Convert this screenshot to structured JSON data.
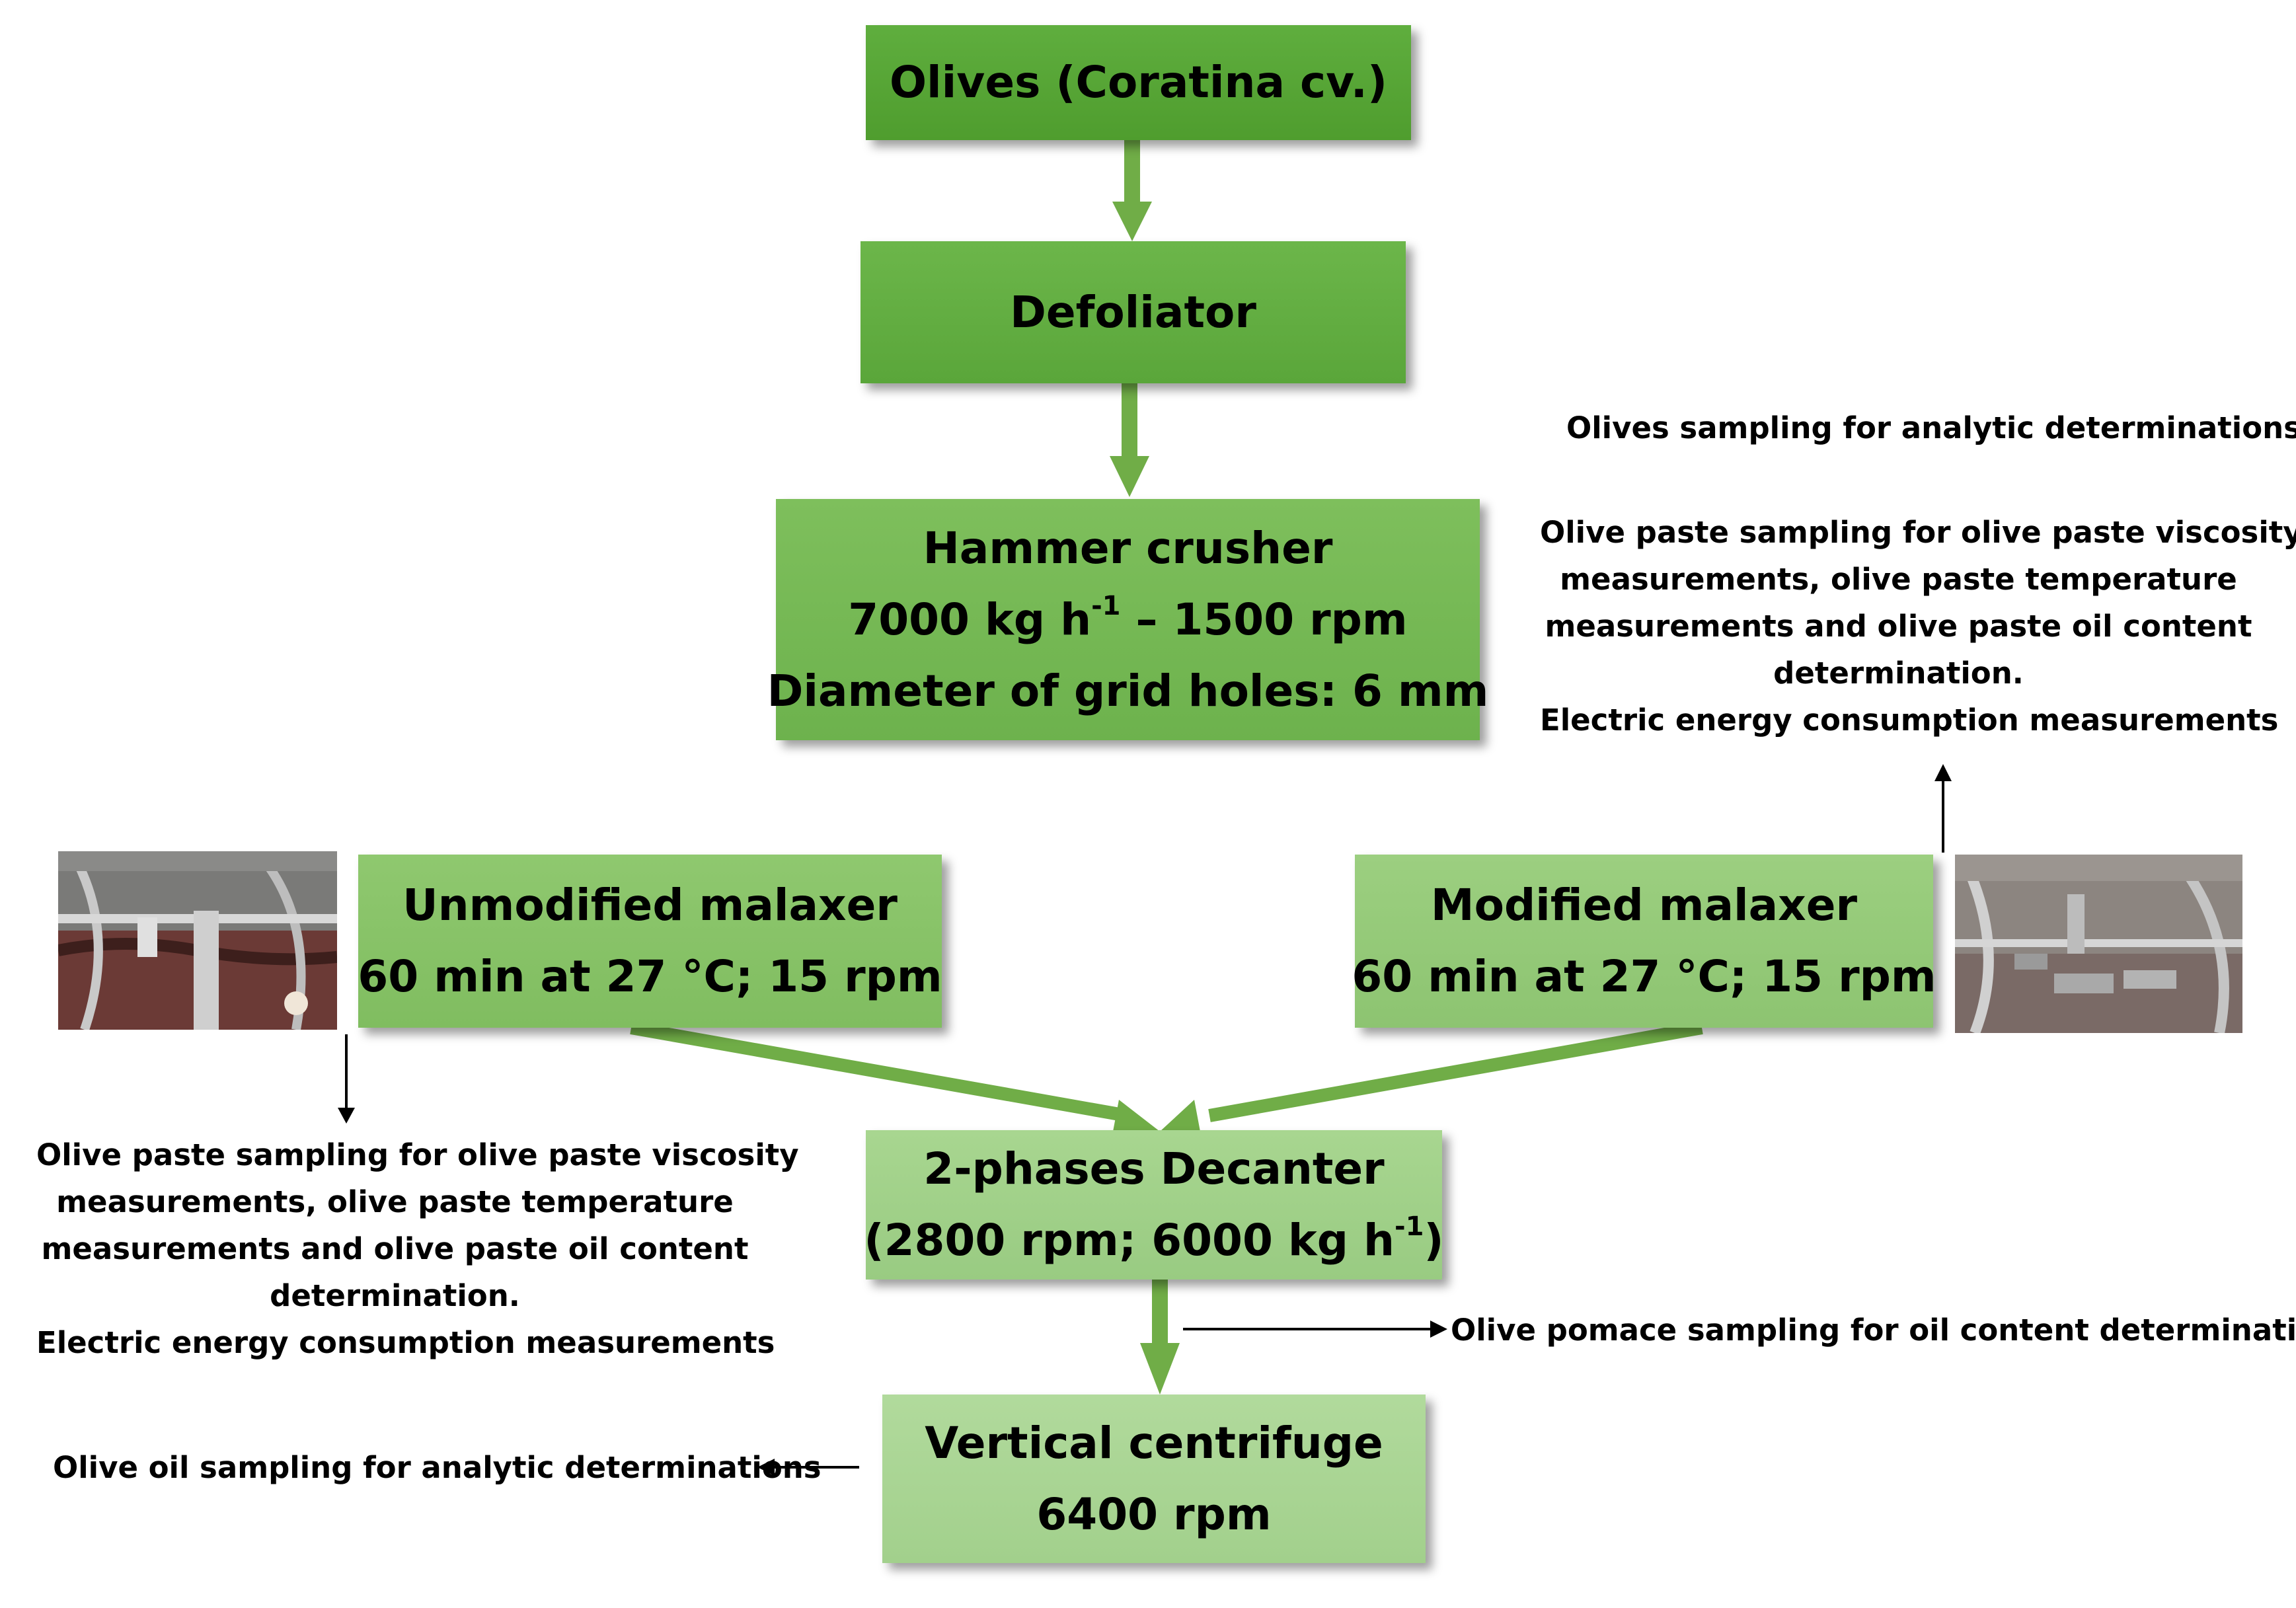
{
  "boxes": {
    "olives": {
      "line1": "Olives (Coratina cv.)"
    },
    "defoliator": {
      "line1": "Defoliator"
    },
    "hammer_crusher": {
      "line1": "Hammer crusher",
      "line2_pre": "7000 kg h",
      "line2_sup": "-1",
      "line2_post": " – 1500 rpm",
      "line3": "Diameter of grid holes: 6 mm"
    },
    "unmodified_malaxer": {
      "line1": "Unmodified malaxer",
      "line2": "60 min at 27 °C; 15 rpm"
    },
    "modified_malaxer": {
      "line1": "Modified malaxer",
      "line2": "60 min at 27 °C; 15 rpm"
    },
    "decanter": {
      "line1": "2-phases Decanter",
      "line2_pre": "(2800 rpm; 6000 kg h",
      "line2_sup": "-1",
      "line2_post": ")"
    },
    "centrifuge": {
      "line1": "Vertical centrifuge",
      "line2": "6400 rpm"
    }
  },
  "notes": {
    "olives_sampling": "Olives sampling for analytic determinations",
    "paste_right": {
      "line1": "Olive paste sampling for olive paste viscosity",
      "line2": "measurements, olive paste temperature",
      "line3": "measurements and olive paste oil content",
      "line4": "determination.",
      "line5": "Electric energy consumption measurements"
    },
    "paste_left": {
      "line1": "Olive paste sampling for olive paste viscosity",
      "line2": "measurements, olive paste temperature",
      "line3": "measurements and olive paste oil content",
      "line4": "determination.",
      "line5": "Electric energy consumption measurements"
    },
    "pomace_sampling": "Olive pomace sampling for oil content determination",
    "oil_sampling": "Olive oil sampling for analytic determinations"
  },
  "colors": {
    "arrow_green": "#70ad47",
    "box_green_dark": "#5aa63a",
    "box_green_light": "#a8d690",
    "thin_arrow": "#000000"
  },
  "photos": {
    "left": {
      "content": "unmodified-malaxer-interior-photo"
    },
    "right": {
      "content": "modified-malaxer-interior-photo"
    }
  }
}
